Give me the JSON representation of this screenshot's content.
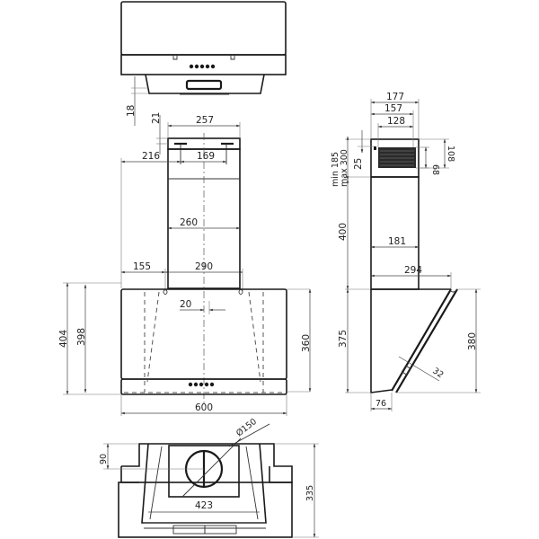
{
  "drawing": {
    "title": "Cooker hood dimension drawing",
    "units": "mm",
    "views": {
      "top_view": {
        "dimensions": {
          "depth_offset": "18"
        }
      },
      "front_view": {
        "dimensions": {
          "chimney_top_width": "257",
          "bracket_height": "21",
          "bracket_offset": "216",
          "bracket_spacing": "169",
          "chimney_width": "260",
          "side_offset": "155",
          "hook_spacing": "290",
          "center_offset": "20",
          "total_height": "404",
          "body_height": "398",
          "panel_height": "360",
          "width": "600"
        }
      },
      "side_view": {
        "dimensions": {
          "outer_width": "177",
          "mid_width": "157",
          "vent_width": "128",
          "adjust_min": "min 185",
          "adjust_max": "max 300",
          "top_gap": "25",
          "vent_height": "68",
          "bracket_height": "108",
          "chimney_height": "400",
          "chimney_depth": "181",
          "body_depth": "294",
          "body_height": "375",
          "glass_height": "380",
          "glass_thickness": "32",
          "bottom_depth": "76"
        }
      },
      "bottom_view": {
        "dimensions": {
          "outlet_diameter": "Ø150",
          "outlet_offset": "90",
          "inner_width": "423",
          "total_depth": "335"
        }
      }
    }
  }
}
